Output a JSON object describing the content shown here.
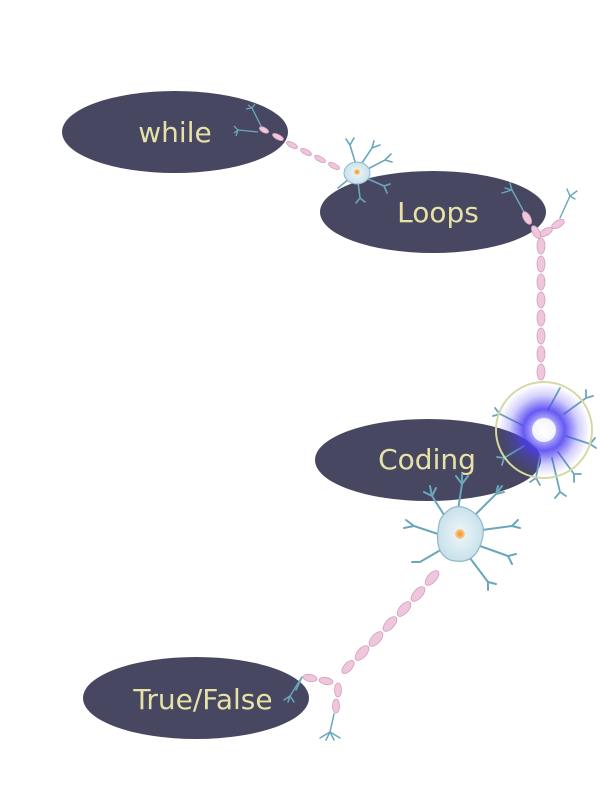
{
  "diagram": {
    "nodes": [
      {
        "id": "while",
        "label": "while"
      },
      {
        "id": "loops",
        "label": "Loops"
      },
      {
        "id": "coding",
        "label": "Coding"
      },
      {
        "id": "true_false",
        "label": "True/False"
      }
    ]
  },
  "colors": {
    "background": "#ffffff",
    "node_fill": "#474762",
    "node_text": "#e6e2a6",
    "axon": "#efc7dc",
    "axon_stroke": "#d79bbb",
    "dendrite": "#6aa7ba",
    "soma": "#dcecf3",
    "nucleus": "#f6a64e",
    "glow": "#4b3df1",
    "ring": "#d7d7a6"
  }
}
